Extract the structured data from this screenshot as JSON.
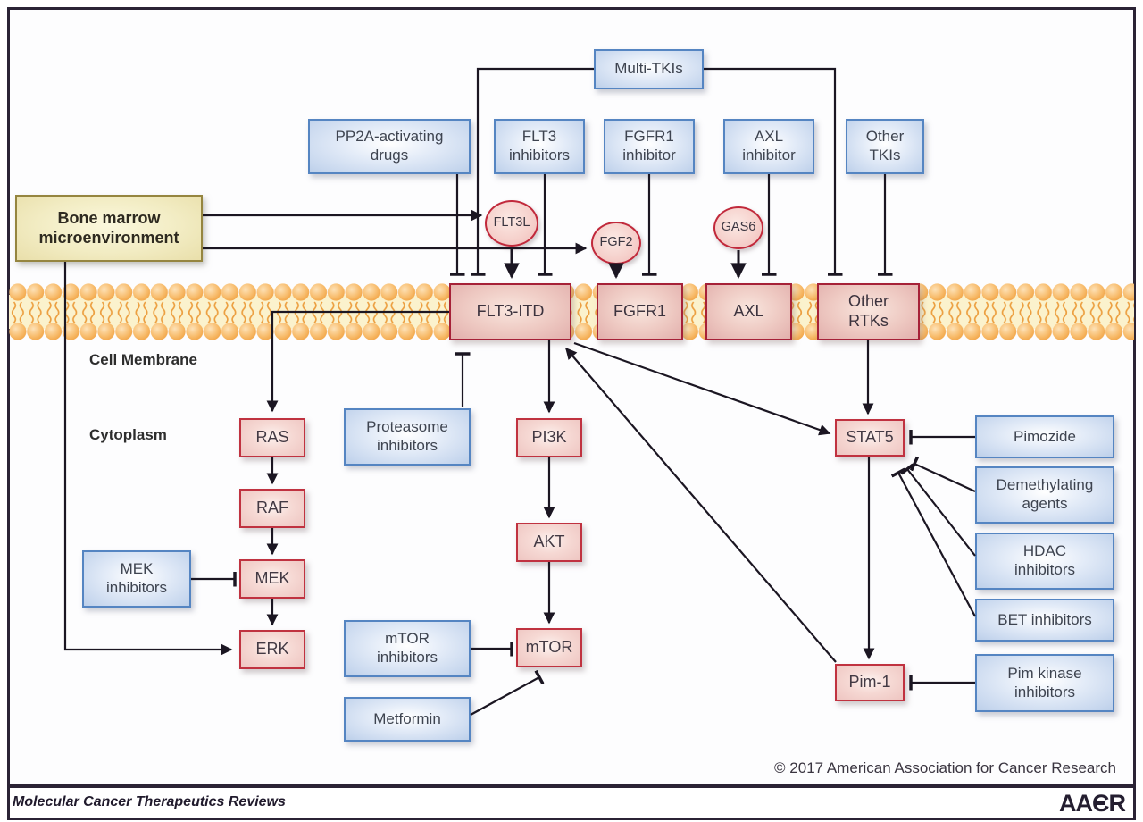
{
  "colors": {
    "frame_border": "#2b2335",
    "connector": "#1b1622",
    "blue_box_border": "#5585c2",
    "blue_box_fill": "#c7d7ee",
    "red_box_border": "#c03240",
    "red_box_fill": "#f6d9d4",
    "receptor_border": "#a62138",
    "yellow_box_border": "#95853f",
    "yellow_box_fill": "#f2ecc3",
    "membrane_circle": "#ef9c39",
    "membrane_band": "#fbf2cd"
  },
  "labels": {
    "cell_membrane": "Cell Membrane",
    "cytoplasm": "Cytoplasm"
  },
  "nodes": {
    "multi_tkis": "Multi-TKIs",
    "pp2a": "PP2A-activating drugs",
    "flt3_inhibitors": "FLT3 inhibitors",
    "fgfr1_inhibitor": "FGFR1 inhibitor",
    "axl_inhibitor": "AXL inhibitor",
    "other_tkis": "Other TKIs",
    "bone_marrow": "Bone marrow microenvironment",
    "flt3l": "FLT3L",
    "fgf2": "FGF2",
    "gas6": "GAS6",
    "flt3_itd": "FLT3-ITD",
    "fgfr1": "FGFR1",
    "axl": "AXL",
    "other_rtks": "Other RTKs",
    "ras": "RAS",
    "raf": "RAF",
    "mek": "MEK",
    "erk": "ERK",
    "mek_inhibitors": "MEK inhibitors",
    "proteasome_inhibitors": "Proteasome inhibitors",
    "pi3k": "PI3K",
    "akt": "AKT",
    "mtor": "mTOR",
    "mtor_inhibitors": "mTOR inhibitors",
    "metformin": "Metformin",
    "stat5": "STAT5",
    "pim1": "Pim-1",
    "pimozide": "Pimozide",
    "demethylating_agents": "Demethylating agents",
    "hdac_inhibitors": "HDAC inhibitors",
    "bet_inhibitors": "BET inhibitors",
    "pim_kinase_inhibitors": "Pim kinase inhibitors"
  },
  "footer": {
    "copyright": "© 2017 American Association for Cancer Research",
    "journal": "Molecular Cancer Therapeutics Reviews",
    "logo": "AACR"
  }
}
